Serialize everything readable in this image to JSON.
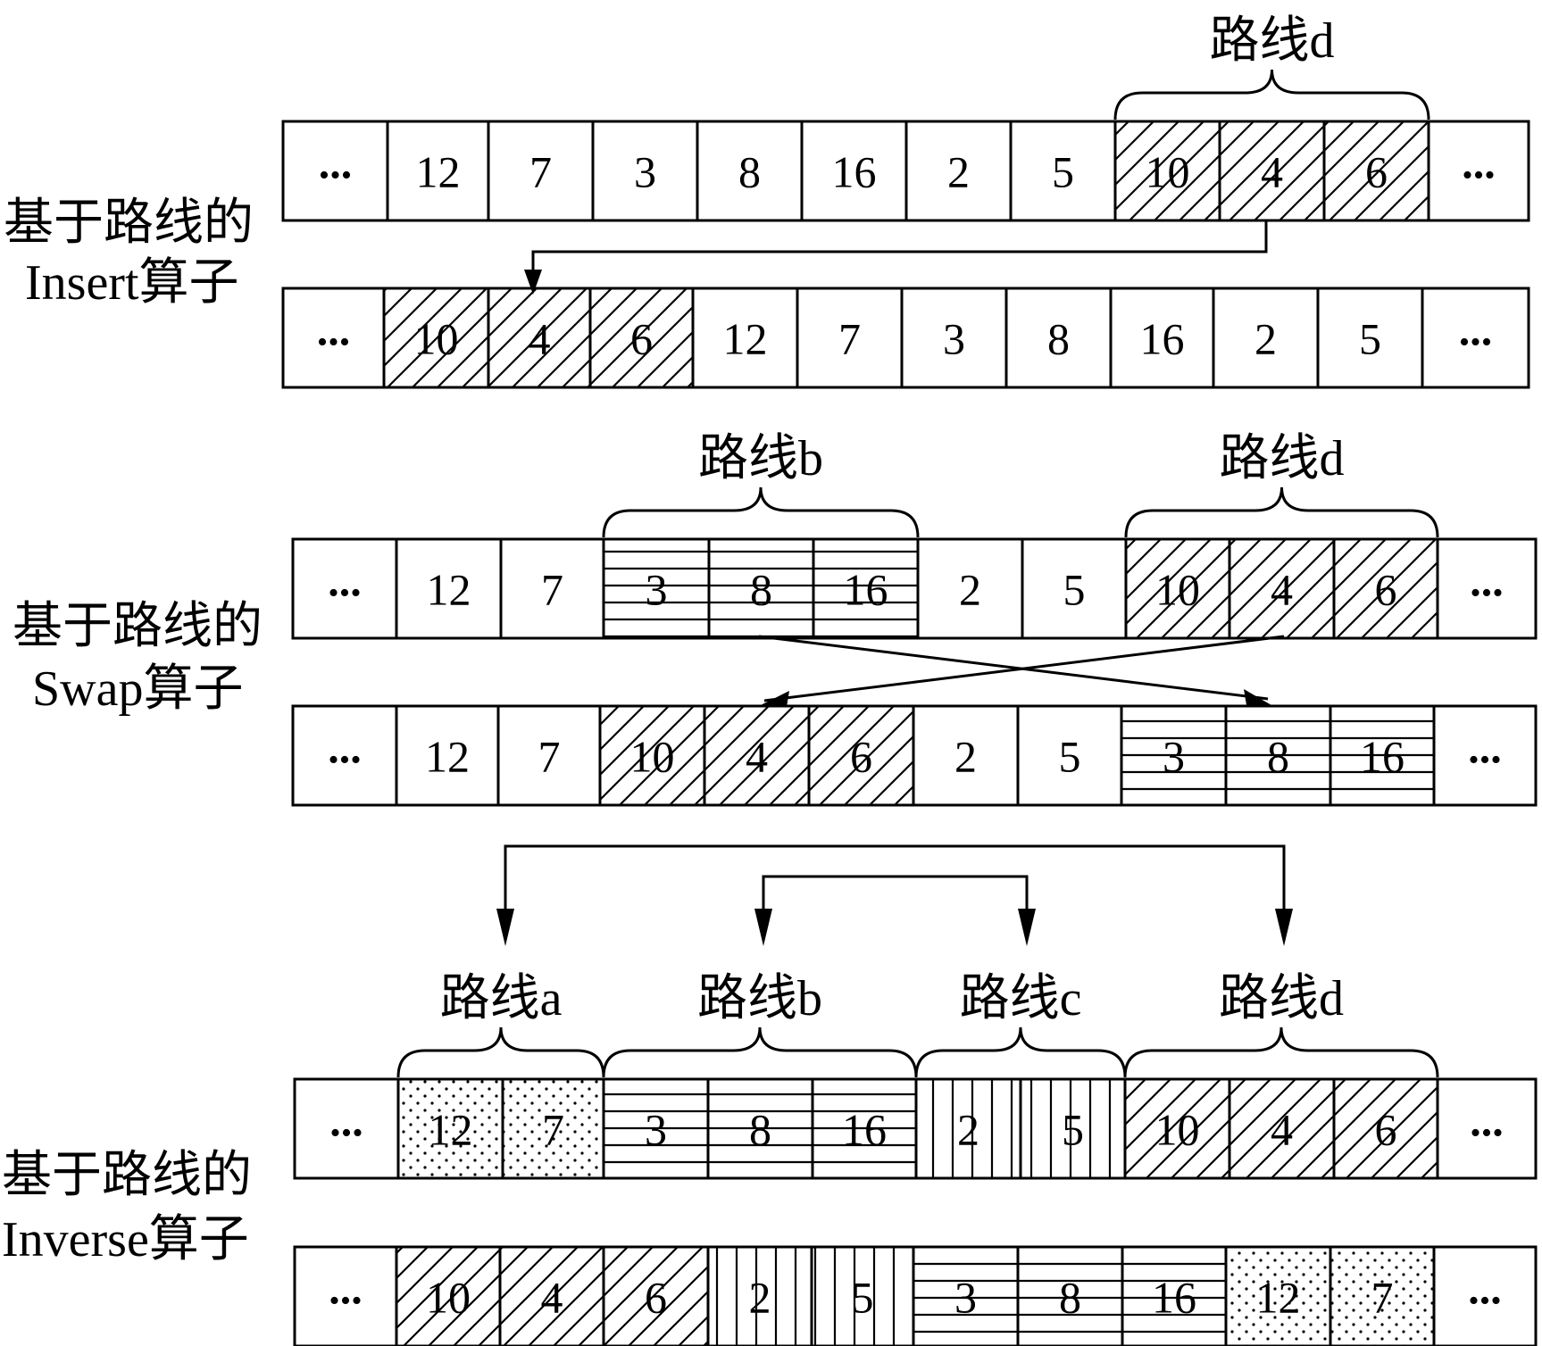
{
  "operators": [
    {
      "label_lines": [
        "基于路线的",
        "Insert算子"
      ],
      "rows": [
        [
          {
            "text": "...",
            "pattern": "none"
          },
          {
            "text": "12",
            "pattern": "none"
          },
          {
            "text": "7",
            "pattern": "none"
          },
          {
            "text": "3",
            "pattern": "none"
          },
          {
            "text": "8",
            "pattern": "none"
          },
          {
            "text": "16",
            "pattern": "none"
          },
          {
            "text": "2",
            "pattern": "none"
          },
          {
            "text": "5",
            "pattern": "none"
          },
          {
            "text": "10",
            "pattern": "diagonal"
          },
          {
            "text": "4",
            "pattern": "diagonal"
          },
          {
            "text": "6",
            "pattern": "diagonal"
          },
          {
            "text": "...",
            "pattern": "none"
          }
        ],
        [
          {
            "text": "...",
            "pattern": "none"
          },
          {
            "text": "10",
            "pattern": "diagonal"
          },
          {
            "text": "4",
            "pattern": "diagonal"
          },
          {
            "text": "6",
            "pattern": "diagonal"
          },
          {
            "text": "12",
            "pattern": "none"
          },
          {
            "text": "7",
            "pattern": "none"
          },
          {
            "text": "3",
            "pattern": "none"
          },
          {
            "text": "8",
            "pattern": "none"
          },
          {
            "text": "16",
            "pattern": "none"
          },
          {
            "text": "2",
            "pattern": "none"
          },
          {
            "text": "5",
            "pattern": "none"
          },
          {
            "text": "...",
            "pattern": "none"
          }
        ]
      ],
      "routes": [
        {
          "label": "路线d",
          "row": 0,
          "from": 8,
          "to": 10
        }
      ]
    },
    {
      "label_lines": [
        "基于路线的",
        "Swap算子"
      ],
      "rows": [
        [
          {
            "text": "...",
            "pattern": "none"
          },
          {
            "text": "12",
            "pattern": "none"
          },
          {
            "text": "7",
            "pattern": "none"
          },
          {
            "text": "3",
            "pattern": "horizontal"
          },
          {
            "text": "8",
            "pattern": "horizontal"
          },
          {
            "text": "16",
            "pattern": "horizontal"
          },
          {
            "text": "2",
            "pattern": "none"
          },
          {
            "text": "5",
            "pattern": "none"
          },
          {
            "text": "10",
            "pattern": "diagonal"
          },
          {
            "text": "4",
            "pattern": "diagonal"
          },
          {
            "text": "6",
            "pattern": "diagonal"
          },
          {
            "text": "...",
            "pattern": "none"
          }
        ],
        [
          {
            "text": "...",
            "pattern": "none"
          },
          {
            "text": "12",
            "pattern": "none"
          },
          {
            "text": "7",
            "pattern": "none"
          },
          {
            "text": "10",
            "pattern": "diagonal"
          },
          {
            "text": "4",
            "pattern": "diagonal"
          },
          {
            "text": "6",
            "pattern": "diagonal"
          },
          {
            "text": "2",
            "pattern": "none"
          },
          {
            "text": "5",
            "pattern": "none"
          },
          {
            "text": "3",
            "pattern": "horizontal"
          },
          {
            "text": "8",
            "pattern": "horizontal"
          },
          {
            "text": "16",
            "pattern": "horizontal"
          },
          {
            "text": "...",
            "pattern": "none"
          }
        ]
      ],
      "routes": [
        {
          "label": "路线b",
          "row": 0,
          "from": 3,
          "to": 5
        },
        {
          "label": "路线d",
          "row": 0,
          "from": 8,
          "to": 10
        }
      ]
    },
    {
      "label_lines": [
        "基于路线的",
        "Inverse算子"
      ],
      "rows": [
        [
          {
            "text": "...",
            "pattern": "none"
          },
          {
            "text": "12",
            "pattern": "dots"
          },
          {
            "text": "7",
            "pattern": "dots"
          },
          {
            "text": "3",
            "pattern": "horizontal"
          },
          {
            "text": "8",
            "pattern": "horizontal"
          },
          {
            "text": "16",
            "pattern": "horizontal"
          },
          {
            "text": "2",
            "pattern": "vertical"
          },
          {
            "text": "5",
            "pattern": "vertical"
          },
          {
            "text": "10",
            "pattern": "diagonal"
          },
          {
            "text": "4",
            "pattern": "diagonal"
          },
          {
            "text": "6",
            "pattern": "diagonal"
          },
          {
            "text": "...",
            "pattern": "none"
          }
        ],
        [
          {
            "text": "...",
            "pattern": "none"
          },
          {
            "text": "10",
            "pattern": "diagonal"
          },
          {
            "text": "4",
            "pattern": "diagonal"
          },
          {
            "text": "6",
            "pattern": "diagonal"
          },
          {
            "text": "2",
            "pattern": "vertical"
          },
          {
            "text": "5",
            "pattern": "vertical"
          },
          {
            "text": "3",
            "pattern": "horizontal"
          },
          {
            "text": "8",
            "pattern": "horizontal"
          },
          {
            "text": "16",
            "pattern": "horizontal"
          },
          {
            "text": "12",
            "pattern": "dots"
          },
          {
            "text": "7",
            "pattern": "dots"
          },
          {
            "text": "...",
            "pattern": "none"
          }
        ]
      ],
      "routes": [
        {
          "label": "路线a",
          "row": 0,
          "from": 1,
          "to": 2
        },
        {
          "label": "路线b",
          "row": 0,
          "from": 3,
          "to": 5
        },
        {
          "label": "路线c",
          "row": 0,
          "from": 6,
          "to": 7
        },
        {
          "label": "路线d",
          "row": 0,
          "from": 8,
          "to": 10
        }
      ]
    }
  ],
  "colors": {
    "stroke": "#000000",
    "background": "#ffffff"
  }
}
